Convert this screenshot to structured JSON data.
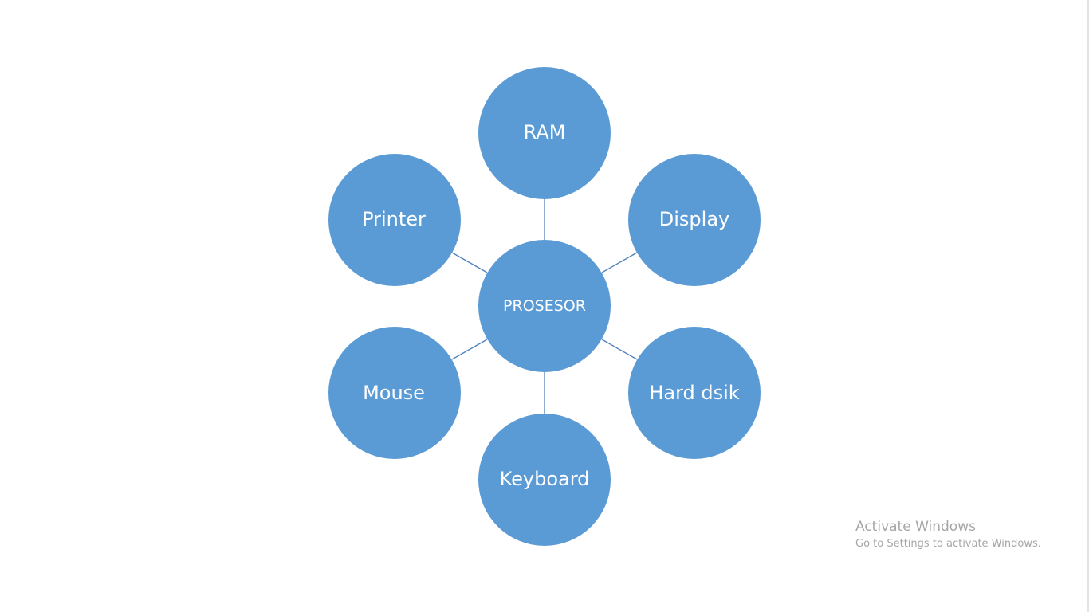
{
  "diagram": {
    "center": {
      "label": "PROSESOR"
    },
    "nodes": [
      {
        "key": "ram",
        "label": "RAM"
      },
      {
        "key": "display",
        "label": "Display"
      },
      {
        "key": "hard-disk",
        "label": "Hard dsik"
      },
      {
        "key": "keyboard",
        "label": "Keyboard"
      },
      {
        "key": "mouse",
        "label": "Mouse"
      },
      {
        "key": "printer",
        "label": "Printer"
      }
    ],
    "colors": {
      "node_fill": "#5b9bd5",
      "connector": "#4f81bd",
      "label_text": "#ffffff"
    }
  },
  "watermark": {
    "title": "Activate Windows",
    "subtitle": "Go to Settings to activate Windows."
  }
}
